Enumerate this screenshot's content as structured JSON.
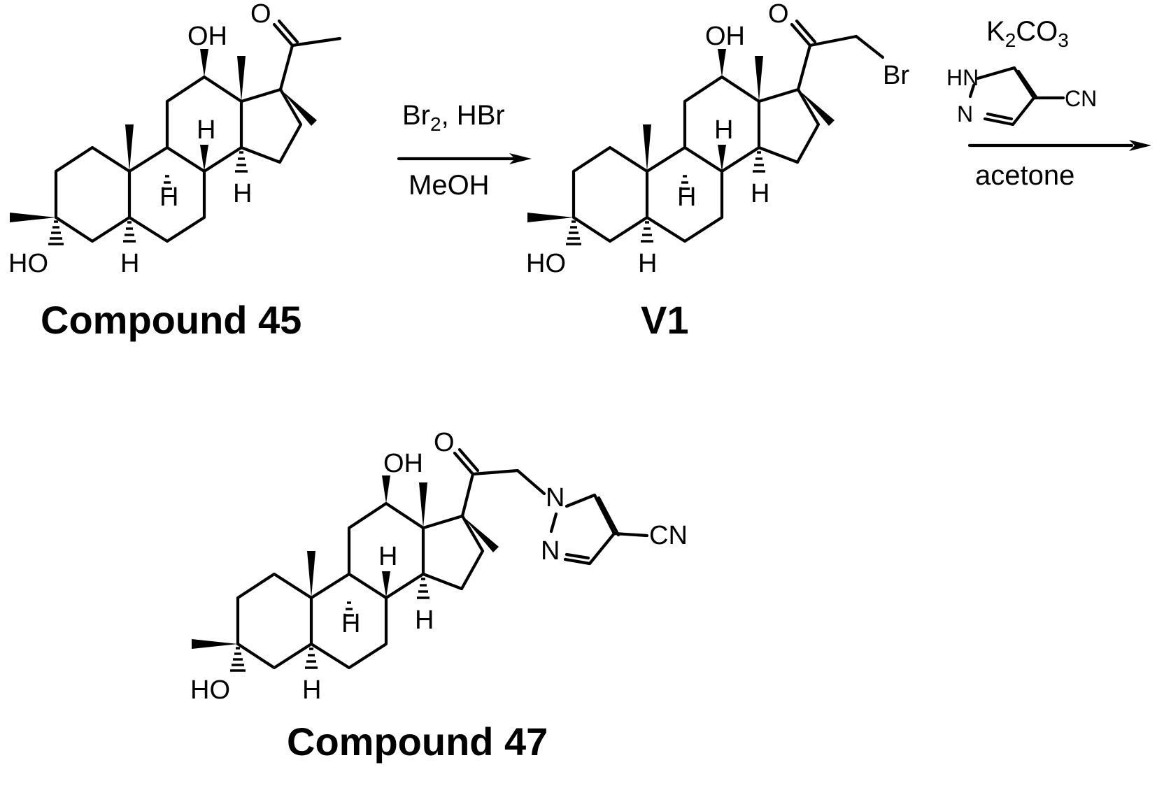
{
  "compounds": [
    {
      "id": "compound-45",
      "name": "Compound 45",
      "atom_labels": {
        "c3_oh": "HO",
        "c12_oh": "OH",
        "ketone_o": "O",
        "h5": "H",
        "h8": "H",
        "h9": "H",
        "h14": "H"
      }
    },
    {
      "id": "v1",
      "name": "V1",
      "atom_labels": {
        "c3_oh": "HO",
        "c12_oh": "OH",
        "ketone_o": "O",
        "br": "Br",
        "h5": "H",
        "h8": "H",
        "h9": "H",
        "h14": "H"
      }
    },
    {
      "id": "compound-47",
      "name": "Compound 47",
      "atom_labels": {
        "c3_oh": "HO",
        "c12_oh": "OH",
        "ketone_o": "O",
        "n1": "N",
        "n2": "N",
        "cn": "CN",
        "h5": "H",
        "h8": "H",
        "h9": "H",
        "h14": "H"
      }
    }
  ],
  "reactions": [
    {
      "id": "step-1",
      "above": {
        "main": "Br",
        "sub": "2",
        "rest": ", HBr"
      },
      "below": "MeOH"
    },
    {
      "id": "step-2",
      "above": {
        "main": "K",
        "sub": "2",
        "main2": "CO",
        "sub2": "3"
      },
      "reagent_labels": {
        "hn": "HN",
        "n": "N",
        "cn": "CN"
      },
      "below": "acetone"
    }
  ]
}
